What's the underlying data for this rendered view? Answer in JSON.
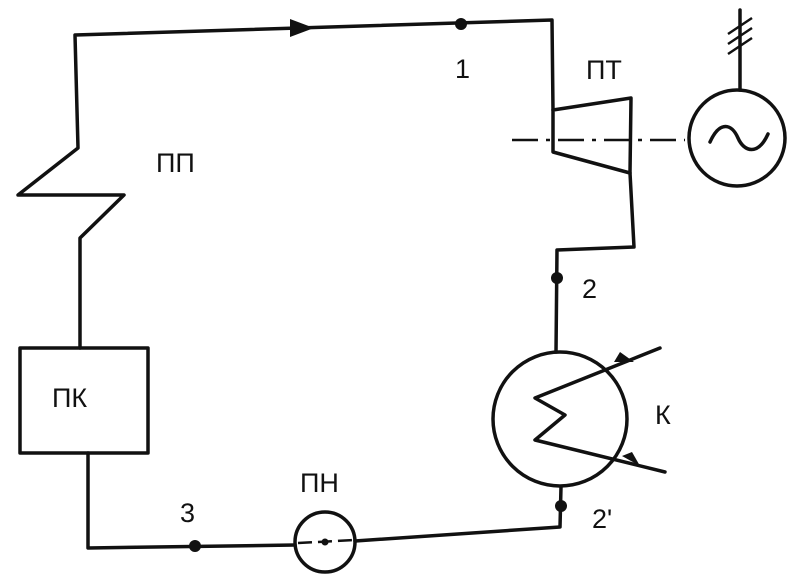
{
  "labels": {
    "superheater": "ПП",
    "turbine": "ПТ",
    "boiler": "ПК",
    "pump": "ПН",
    "condenser": "К",
    "point1": "1",
    "point2": "2",
    "point2p": "2'",
    "point3": "3"
  },
  "colors": {
    "line": "#111111",
    "background": "#ffffff"
  },
  "icons": {
    "generator": "generator-sine-icon",
    "pump": "pump-circle-icon",
    "condenser": "condenser-coil-icon",
    "grid": "three-phase-output-icon"
  }
}
